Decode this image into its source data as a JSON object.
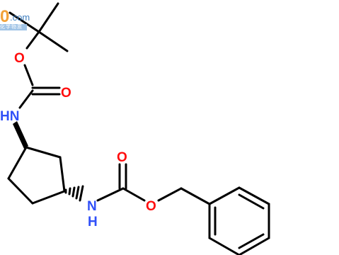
{
  "watermark": {
    "number": "0",
    "domain": ".com",
    "subtitle": "化学物质"
  },
  "atoms": {
    "o_boc_ether": "O",
    "o_boc_carbonyl": "O",
    "nh_top": "HN",
    "nh_bottom_n": "N",
    "nh_bottom_h": "H",
    "o_cbz_carbonyl": "O",
    "o_cbz_ether": "O"
  },
  "colors": {
    "carbon": "#000000",
    "oxygen": "#ff0d0d",
    "nitrogen": "#3050f8",
    "background": "#ffffff"
  }
}
